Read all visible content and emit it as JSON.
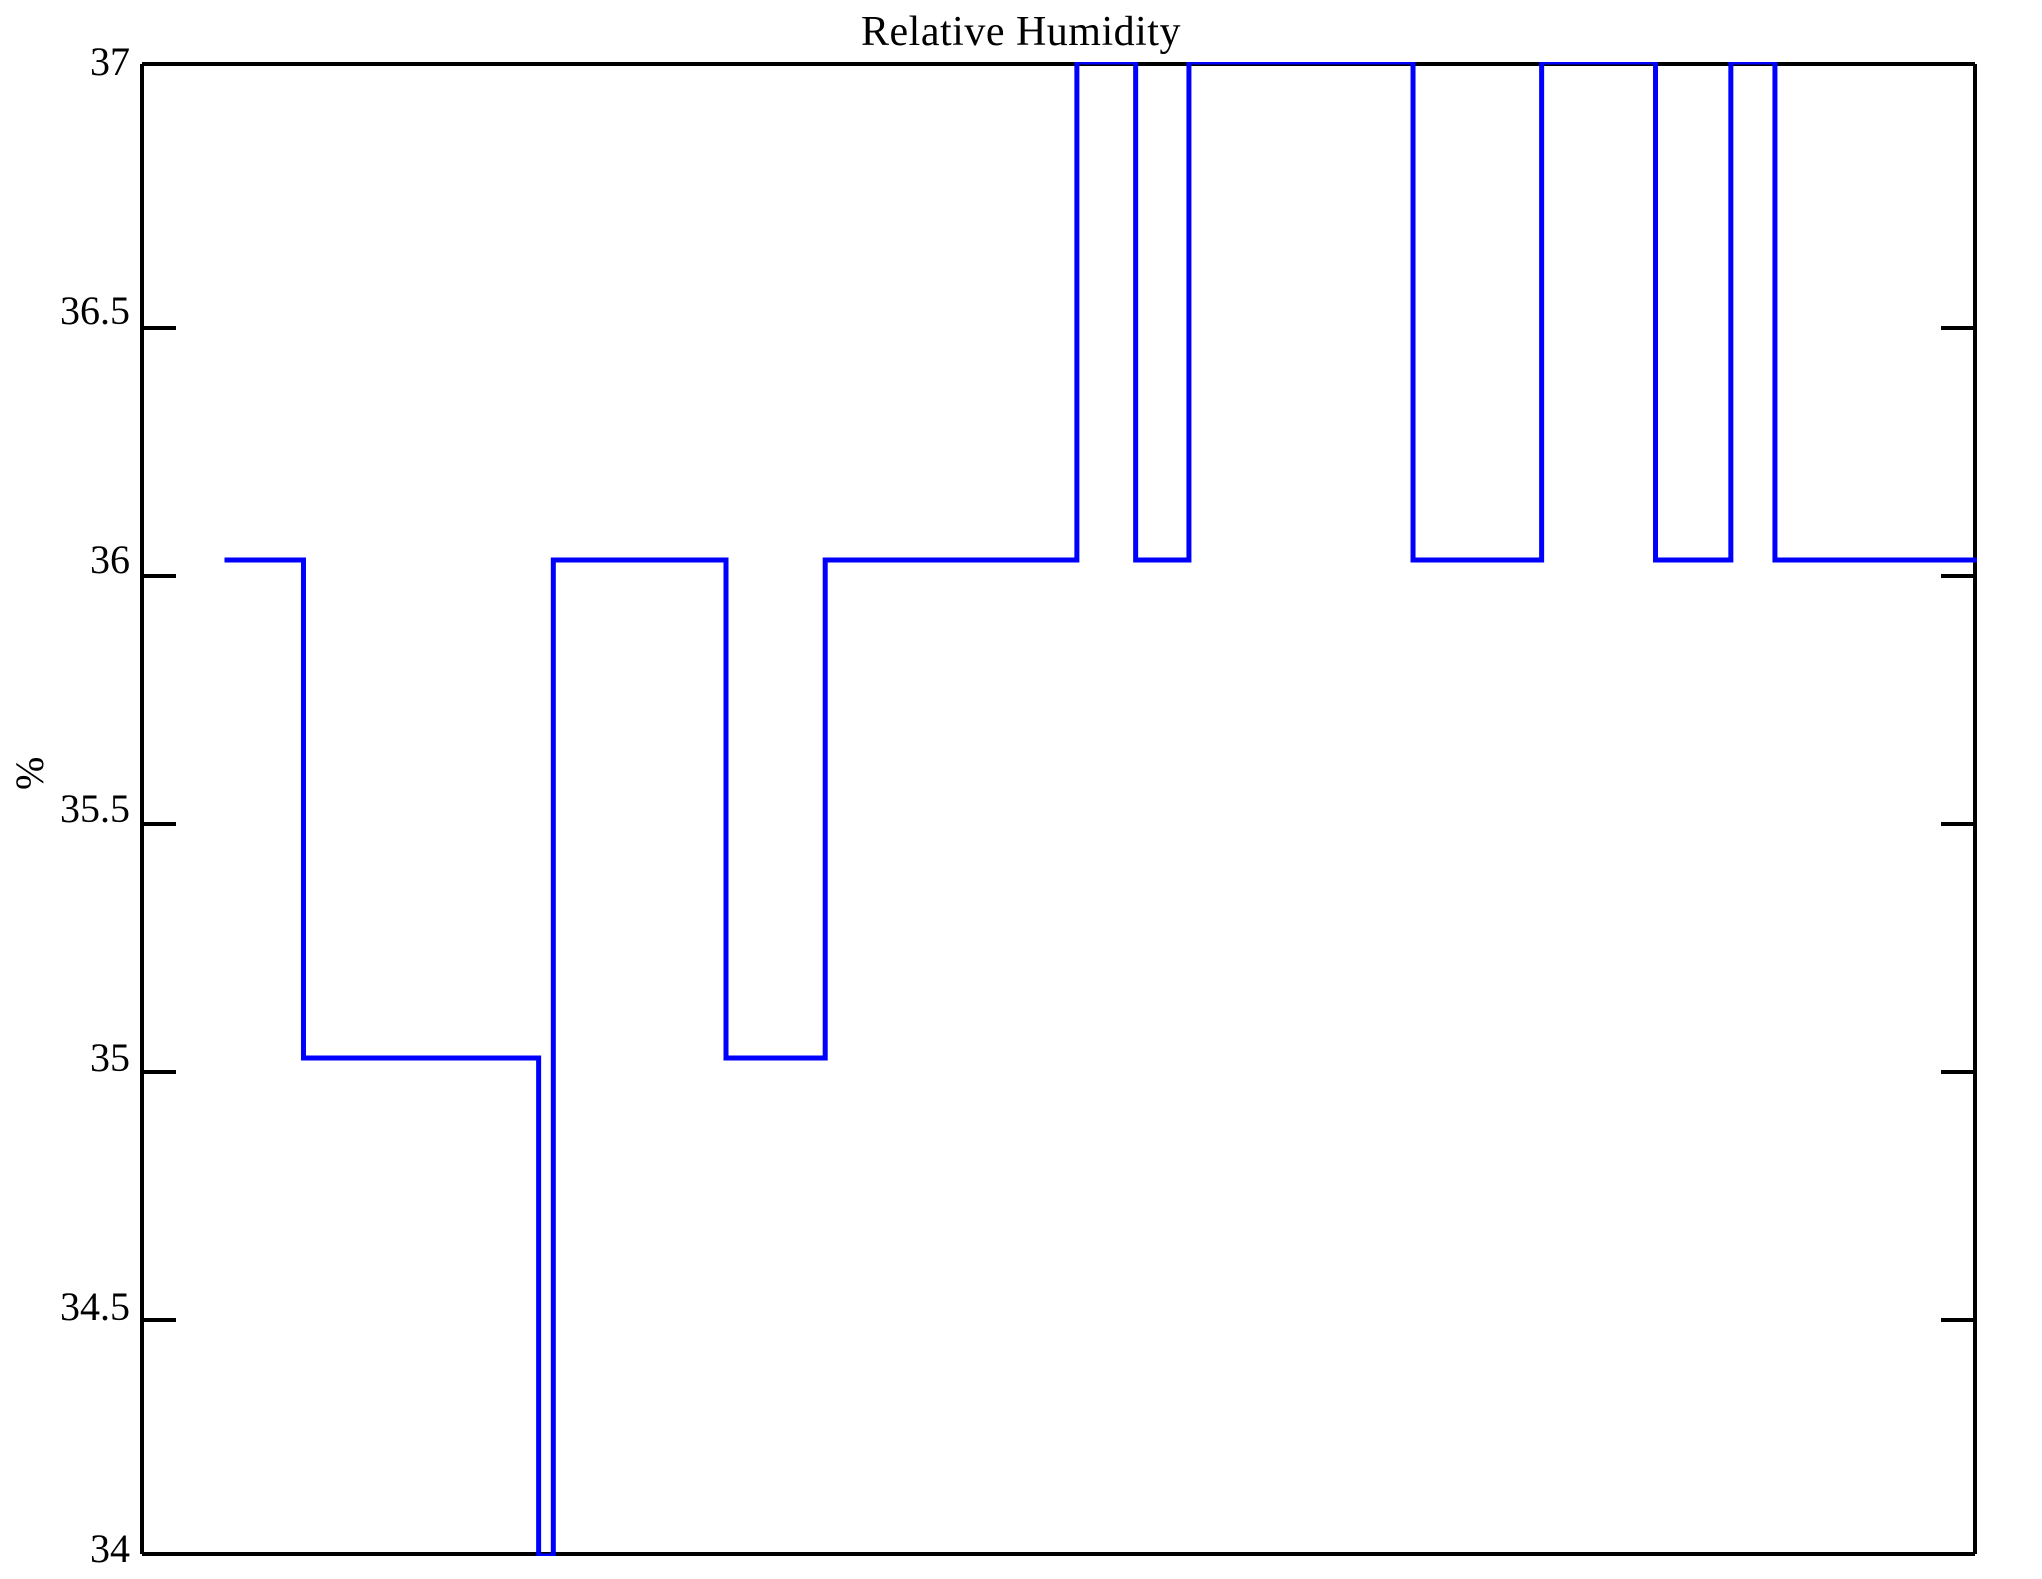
{
  "chart_data": {
    "type": "line",
    "title": "Relative Humidity",
    "xlabel": "",
    "ylabel": "%",
    "ylim": [
      34,
      37
    ],
    "xlim": [
      0,
      100
    ],
    "grid": false,
    "legend": null,
    "line_color": "#0000ff",
    "axis_color": "#000000",
    "drawstyle": "steps-post",
    "ytick_labels": [
      "37",
      "36.5",
      "36",
      "35.5",
      "35",
      "34.5",
      "34"
    ],
    "ytick_values": [
      37,
      36.5,
      36,
      35.5,
      35,
      34.5,
      34
    ],
    "x": [
      4.6,
      8.9,
      21.7,
      26.5,
      31.9,
      37.3,
      43.1,
      51.0,
      58.1,
      61.3,
      67.6,
      76.2,
      81.8,
      88.3,
      93.4,
      100.0
    ],
    "values": [
      36,
      35,
      34,
      36,
      35,
      36,
      37,
      36,
      37,
      37,
      36,
      37,
      36,
      37,
      36,
      36
    ],
    "series": [
      {
        "name": "Relative Humidity",
        "color": "#0000ff",
        "segments": [
          {
            "x_start": 4.6,
            "x_end": 8.9,
            "y": 36
          },
          {
            "x_start": 8.9,
            "x_end": 21.7,
            "y": 35
          },
          {
            "x_start": 21.7,
            "x_end": 22.5,
            "y": 34
          },
          {
            "x_start": 22.5,
            "x_end": 31.9,
            "y": 36
          },
          {
            "x_start": 31.9,
            "x_end": 37.3,
            "y": 35
          },
          {
            "x_start": 37.3,
            "x_end": 51.0,
            "y": 36
          },
          {
            "x_start": 51.0,
            "x_end": 54.2,
            "y": 37
          },
          {
            "x_start": 54.2,
            "x_end": 57.1,
            "y": 36
          },
          {
            "x_start": 57.1,
            "x_end": 69.3,
            "y": 37
          },
          {
            "x_start": 69.3,
            "x_end": 76.3,
            "y": 36
          },
          {
            "x_start": 76.3,
            "x_end": 82.5,
            "y": 37
          },
          {
            "x_start": 82.5,
            "x_end": 86.6,
            "y": 36
          },
          {
            "x_start": 86.6,
            "x_end": 89.0,
            "y": 37
          },
          {
            "x_start": 89.0,
            "x_end": 100.0,
            "y": 36
          }
        ]
      }
    ]
  },
  "axes": {
    "top_tick_label": "37",
    "bottom_tick_label": "34"
  }
}
